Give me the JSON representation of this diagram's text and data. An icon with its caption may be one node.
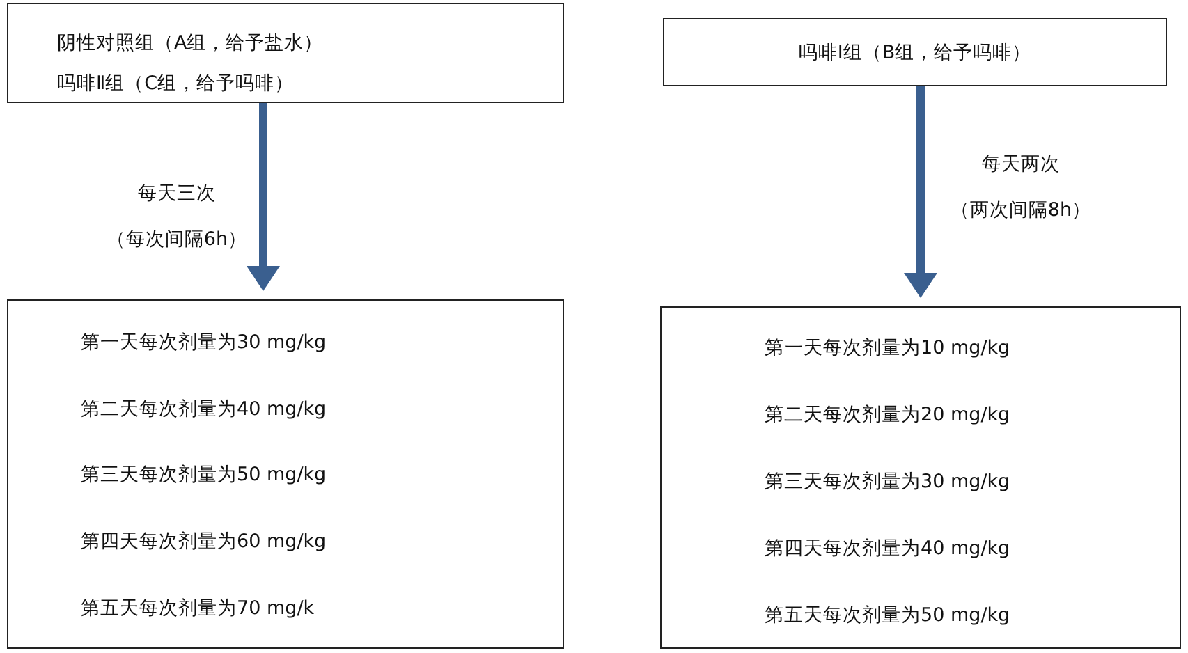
{
  "diagram": {
    "nodes": [
      {
        "text": [
          "阴性对照组（A组，给予盐水）",
          "吗啡Ⅱ组（C组，给予吗啡）"
        ]
      },
      {
        "text": [
          "第一天每次剂量为30 mg/kg",
          "第二天每次剂量为40 mg/kg",
          "第三天每次剂量为50 mg/kg",
          "第四天每次剂量为60 mg/kg",
          "第五天每次剂量为70 mg/k"
        ]
      },
      {
        "text": [
          "吗啡Ⅰ组（B组，给予吗啡）"
        ]
      },
      {
        "text": [
          "第一天每次剂量为10 mg/kg",
          "第二天每次剂量为20 mg/kg",
          "第三天每次剂量为30 mg/kg",
          "第四天每次剂量为40 mg/kg",
          "第五天每次剂量为50 mg/kg"
        ]
      }
    ],
    "edges": [
      {
        "from": 0,
        "to": 1,
        "arrow": "to"
      },
      {
        "from": 2,
        "to": 3,
        "arrow": "to"
      }
    ],
    "labels": [
      "每天三次",
      "（每次间隔6h）",
      "每天两次",
      "（两次间隔8h）"
    ]
  }
}
